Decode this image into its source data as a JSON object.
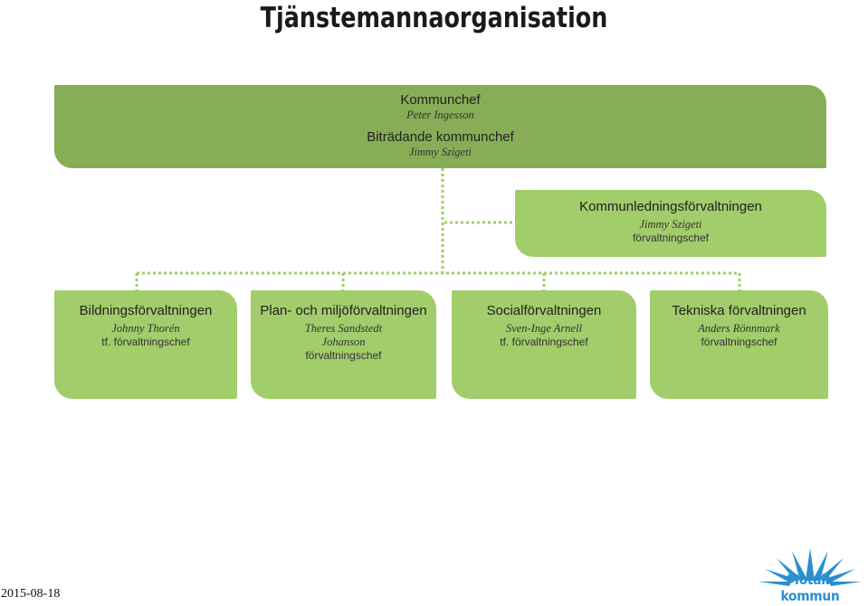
{
  "title": "Tjänstemannaorganisation",
  "top_box": {
    "role1": "Kommunchef",
    "person1": "Peter Ingesson",
    "role2": "Biträdande kommunchef",
    "person2": "Jimmy Szigeti"
  },
  "ledning": {
    "name": "Kommunledningsförvaltningen",
    "person": "Jimmy Szigeti",
    "role": "förvaltningschef"
  },
  "departments": [
    {
      "name": "Bildningsförvaltningen",
      "person": "Johnny Thorén",
      "role": "tf. förvaltningschef"
    },
    {
      "name": "Plan- och miljöförvaltningen",
      "person_line1": "Theres Sandstedt",
      "person_line2": "Johanson",
      "role": "förvaltningschef"
    },
    {
      "name": "Socialförvaltningen",
      "person": "Sven-Inge Arnell",
      "role": "tf. förvaltningschef"
    },
    {
      "name": "Tekniska förvaltningen",
      "person": "Anders Rönnmark",
      "role": "förvaltningschef"
    }
  ],
  "date": "2015-08-18",
  "logo": {
    "text": "Motala kommun",
    "icon": "motala-sun-icon",
    "color": "#2a8fd0"
  },
  "colors": {
    "dark_green": "#87ad56",
    "light_green": "#a1cd6a",
    "connector": "#a1cd6a"
  }
}
